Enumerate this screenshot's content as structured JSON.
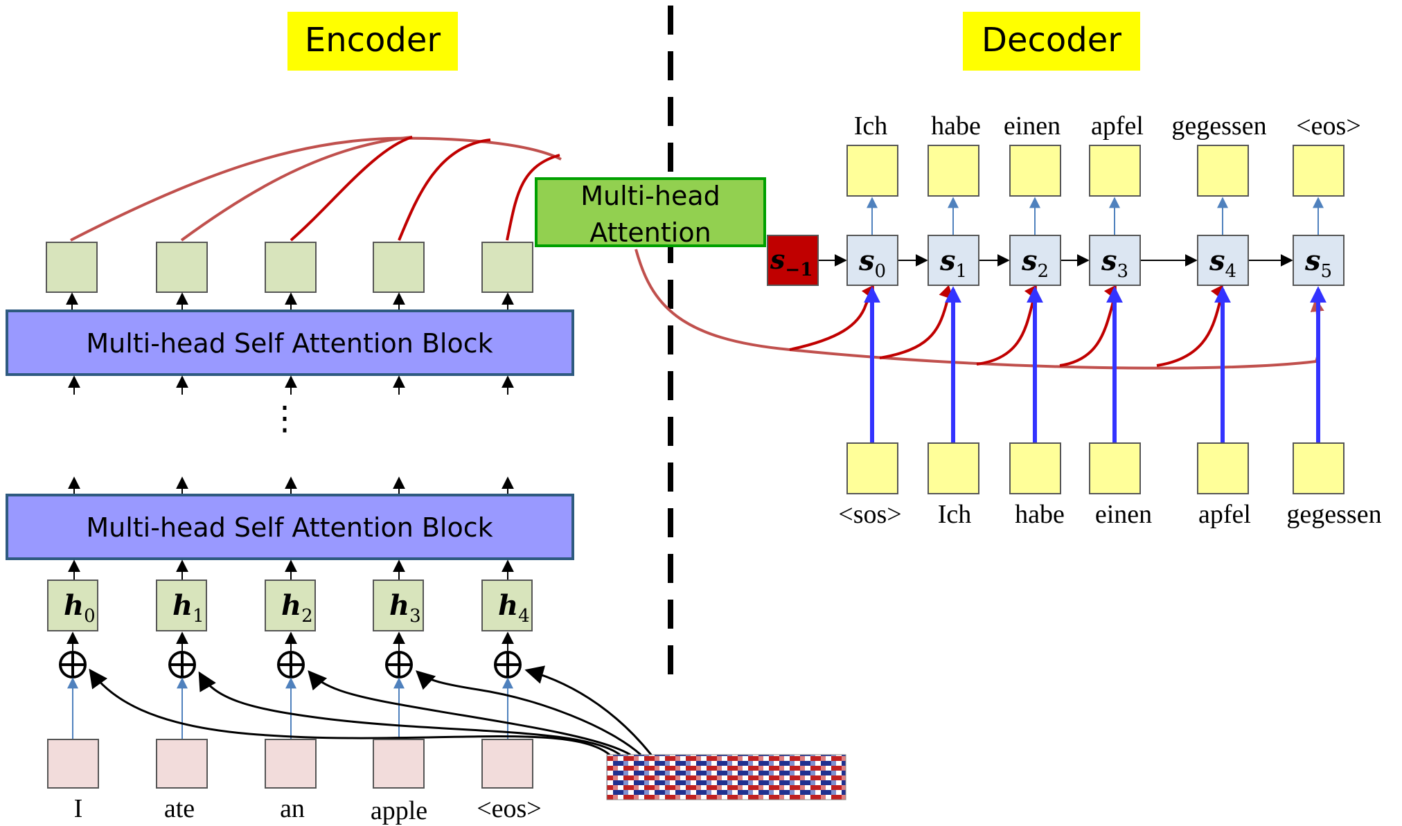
{
  "encoder": {
    "title": "Encoder",
    "attention_block_label": "Multi-head Self Attention Block",
    "ellipsis": "⋮",
    "hidden_states": [
      {
        "base": "h",
        "sub": "0"
      },
      {
        "base": "h",
        "sub": "1"
      },
      {
        "base": "h",
        "sub": "2"
      },
      {
        "base": "h",
        "sub": "3"
      },
      {
        "base": "h",
        "sub": "4"
      }
    ],
    "inputs": [
      "I",
      "ate",
      "an",
      "apple",
      "<eos>"
    ],
    "add_symbol": "⊕"
  },
  "decoder": {
    "title": "Decoder",
    "attention_label_line1": "Multi-head",
    "attention_label_line2": "Attention",
    "initial_state": {
      "base": "s",
      "sub": "−1"
    },
    "states": [
      {
        "base": "s",
        "sub": "0"
      },
      {
        "base": "s",
        "sub": "1"
      },
      {
        "base": "s",
        "sub": "2"
      },
      {
        "base": "s",
        "sub": "3"
      },
      {
        "base": "s",
        "sub": "4"
      },
      {
        "base": "s",
        "sub": "5"
      }
    ],
    "outputs": [
      "Ich",
      "habe",
      "einen",
      "apfel",
      "gegessen",
      "<eos>"
    ],
    "inputs": [
      "<sos>",
      "Ich",
      "habe",
      "einen",
      "apfel",
      "gegessen"
    ]
  },
  "colors": {
    "title_bg": "#ffff00",
    "block_fill": "#9999ff",
    "block_stroke": "#2e5a80",
    "enc_box": "#d8e4bc",
    "input_box": "#f2dcdb",
    "state_box": "#dce6f2",
    "yellow_box": "#ffff99",
    "attention_fill": "#92d050",
    "attention_stroke": "#00a000",
    "init_state": "#c00000",
    "red_curve": "#c0504d",
    "red_arrow": "#c00000",
    "blue_arrow": "#3333ff",
    "thin_arrow": "#4f81bd"
  }
}
